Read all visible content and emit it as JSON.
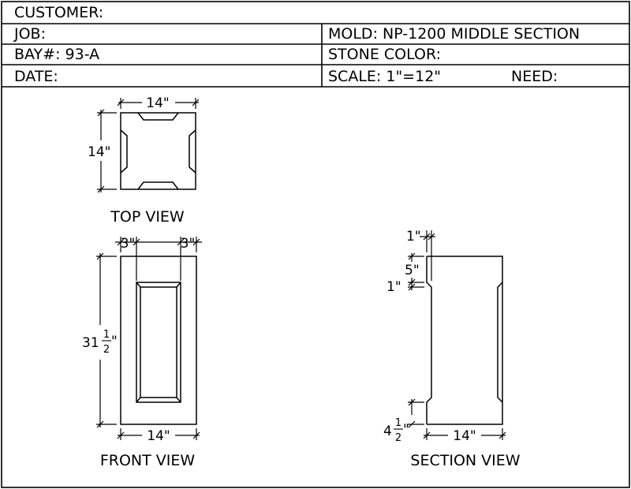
{
  "title_block": {
    "customer": "CUSTOMER:",
    "job": "JOB:",
    "bay": "BAY#:  93-A",
    "date": "DATE:",
    "mold": "MOLD:  NP-1200  MIDDLE  SECTION",
    "stone_color": "STONE  COLOR:",
    "scale": "SCALE:  1\"=12\"",
    "need": "NEED:"
  },
  "views": {
    "top": "TOP  VIEW",
    "front": "FRONT  VIEW",
    "section": "SECTION  VIEW"
  },
  "dimensions": {
    "top_width": "14\"",
    "top_height": "14\"",
    "front_left_margin": "3\"",
    "front_right_margin": "3\"",
    "front_height_whole": "31",
    "front_height_num": "1",
    "front_height_den": "2",
    "front_height_inch": "\"",
    "front_width": "14\"",
    "section_top": "1\"",
    "section_5": "5\"",
    "section_1": "1\"",
    "section_bottom_whole": "4",
    "section_bottom_num": "1",
    "section_bottom_den": "2",
    "section_bottom_inch": "\"",
    "section_width": "14\""
  }
}
